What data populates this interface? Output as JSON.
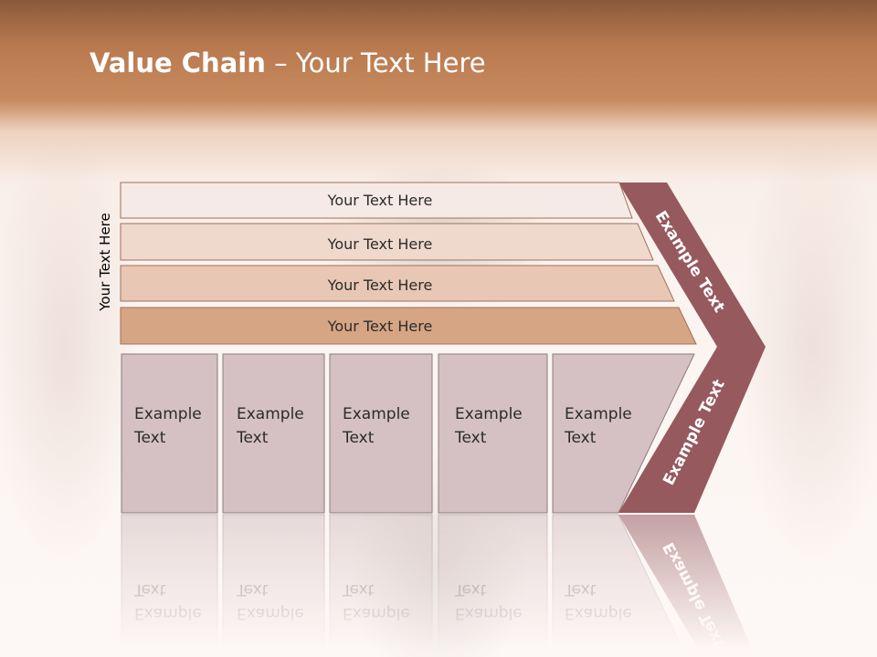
{
  "title": {
    "bold": "Value Chain",
    "rest": " – Your Text Here"
  },
  "side_label": "Your Text Here",
  "bands": [
    {
      "label": "Your Text Here",
      "color": "#f5eae5"
    },
    {
      "label": "Your Text Here",
      "color": "#efd9cd"
    },
    {
      "label": "Your Text Here",
      "color": "#e8c7b4"
    },
    {
      "label": "Your Text Here",
      "color": "#d6a584"
    }
  ],
  "columns": [
    {
      "line1": "Example",
      "line2": "Text"
    },
    {
      "line1": "Example",
      "line2": "Text"
    },
    {
      "line1": "Example",
      "line2": "Text"
    },
    {
      "line1": "Example",
      "line2": "Text"
    },
    {
      "line1": "Example",
      "line2": "Text"
    }
  ],
  "arrow": {
    "upper_label": "Example Text",
    "lower_label": "Example Text"
  },
  "colors": {
    "header": "#c78a5e",
    "column_fill": "#d5c1c3",
    "arrow_fill": "#96595e",
    "band_stroke": "#a0705a"
  }
}
